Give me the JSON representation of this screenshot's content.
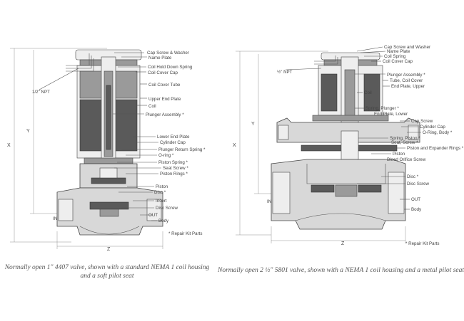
{
  "left_valve": {
    "callouts": [
      "Cap Screw & Washer",
      "Name Plate",
      "Coil Hold Down Spring",
      "Coil Cover Cap",
      "Coil Cover Tube",
      "Upper End Plate",
      "Coil",
      "Plunger Assembly *",
      "Lower End Plate",
      "Cylinder Cap",
      "Plunger Return Spring *",
      "O-ring *",
      "Piston Spring *",
      "Seat Screw *",
      "Piston Rings *",
      "Piston",
      "Disc *",
      "Insert",
      "Disc Screw",
      "OUT",
      "Body"
    ],
    "npt_label": "1/2\" NPT",
    "in_label": "IN",
    "dim_x": "X",
    "dim_y": "Y",
    "dim_z": "Z",
    "repair_note": "* Repair Kit Parts",
    "caption": "Normally open 1\" 4407 valve, shown with a standard NEMA 1 coil housing and a soft pilot seat"
  },
  "right_valve": {
    "callouts": [
      "Cap Screw and Washer",
      "Name Plate",
      "Coil Spring",
      "Coil Cover Cap",
      "Plunger Assembly *",
      "Tube, Coil Cover",
      "End Plate, Upper",
      "Coil",
      "Spring, Plunger *",
      "End Plate, Lower",
      "Cap Screw",
      "Cylinder Cap",
      "O-Ring, Body *",
      "Spring, Piston *",
      "Seat, Screw *",
      "Piston and Expander Rings *",
      "Piston",
      "Bleed Orifice Screw",
      "Disc *",
      "Disc Screw",
      "OUT",
      "Body"
    ],
    "npt_label": "½\" NPT",
    "in_label": "IN",
    "dim_x": "X",
    "dim_y": "Y",
    "dim_z": "Z",
    "repair_note": "* Repair Kit Parts",
    "caption": "Normally open 2 ½\" 5801 valve, shown with a NEMA 1 coil housing and a metal pilot seat"
  }
}
